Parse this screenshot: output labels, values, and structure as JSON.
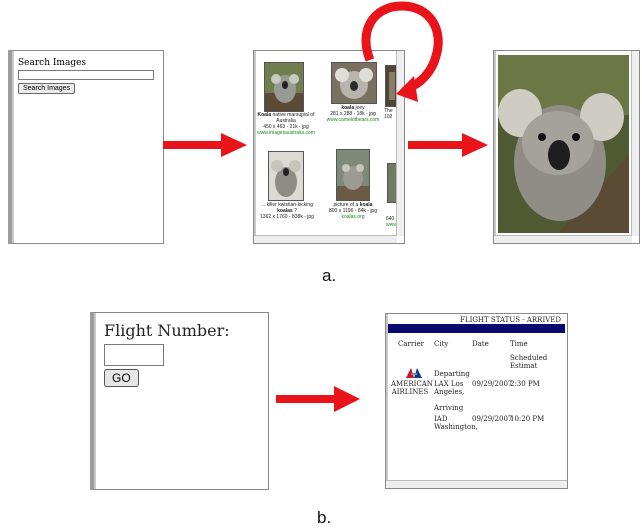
{
  "search": {
    "title": "Search Images",
    "button_label": "Search Images"
  },
  "results": [
    {
      "title_bold": "Koala",
      "title_rest": " native marsupial of Australia",
      "meta": "450 x 463 - 21k - jpg",
      "url": "www.imagesaustralia.com"
    },
    {
      "title_bold": "koala",
      "title_rest": " joey",
      "meta": "281 x 288 - 18k - jpg",
      "url": "www.camelotbears.com"
    },
    {
      "title_bold": "",
      "title_rest": "The",
      "meta": "102",
      "url": ""
    },
    {
      "title_bold": "koalas",
      "title_rest": "... killer kwistian-kicking",
      "title_after": " ?",
      "meta": "1362 x 1760 - 838k - jpg",
      "url": ""
    },
    {
      "title_bold": "koala",
      "title_rest": "picture of a ",
      "meta": "800 x 1196 - 84k - jpg",
      "url": "koalas.org"
    },
    {
      "title_bold": "",
      "title_rest": "",
      "meta": "640",
      "url": "www"
    }
  ],
  "flight_form": {
    "label": "Flight Number:",
    "button_label": "GO"
  },
  "status": {
    "title": "FLIGHT STATUS - ARRIVED",
    "headers": [
      "Carrier",
      "City",
      "Date",
      "Time"
    ],
    "sub_header": "Scheduled Estimat",
    "departing_label": "Departing",
    "arriving_label": "Arriving",
    "carrier": [
      "AMERICAN",
      "AIRLINES"
    ],
    "departing_city": [
      "LAX Los",
      "Angeles,"
    ],
    "departing_date": "09/29/2007",
    "departing_time": "2:30 PM",
    "arriving_city": [
      "IAD",
      "Washington,"
    ],
    "arriving_date": "09/29/2007",
    "arriving_time": "10:20 PM"
  },
  "captions": {
    "a": "a.",
    "b": "b."
  },
  "colors": {
    "arrow": "#e8141a",
    "status_bar": "#0a0a6e",
    "url_green": "#1a8a1a"
  },
  "icons": [
    "arrow-right-icon",
    "loop-arrow-icon",
    "american-airlines-logo-icon",
    "koala-image"
  ]
}
